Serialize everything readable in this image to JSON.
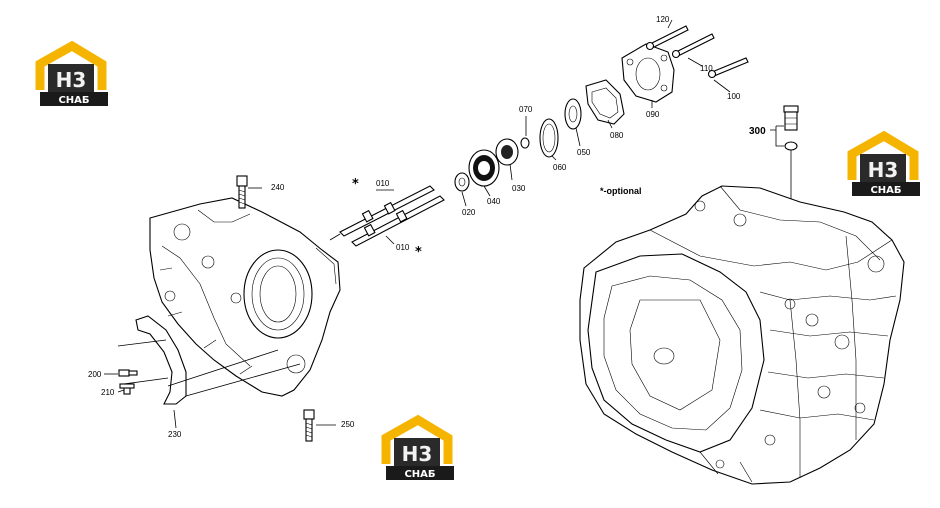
{
  "labels": {
    "p010a": "010",
    "p010b": "010",
    "p020": "020",
    "p030": "030",
    "p040": "040",
    "p050": "050",
    "p060": "060",
    "p070": "070",
    "p080": "080",
    "p090": "090",
    "p100": "100",
    "p110": "110",
    "p120": "120",
    "p200": "200",
    "p210": "210",
    "p230": "230",
    "p240": "240",
    "p250": "250",
    "p300": "300",
    "star_a": "*",
    "star_b": "*",
    "optional_note": "*-optional"
  },
  "watermarks": [
    {
      "text_top": "H3",
      "text_bottom": "СНАБ"
    },
    {
      "text_top": "H3",
      "text_bottom": "СНАБ"
    },
    {
      "text_top": "H3",
      "text_bottom": "СНАБ"
    }
  ],
  "colors": {
    "logo_yellow": "#f5b400",
    "logo_black": "#1a1a1a",
    "line": "#000000"
  }
}
